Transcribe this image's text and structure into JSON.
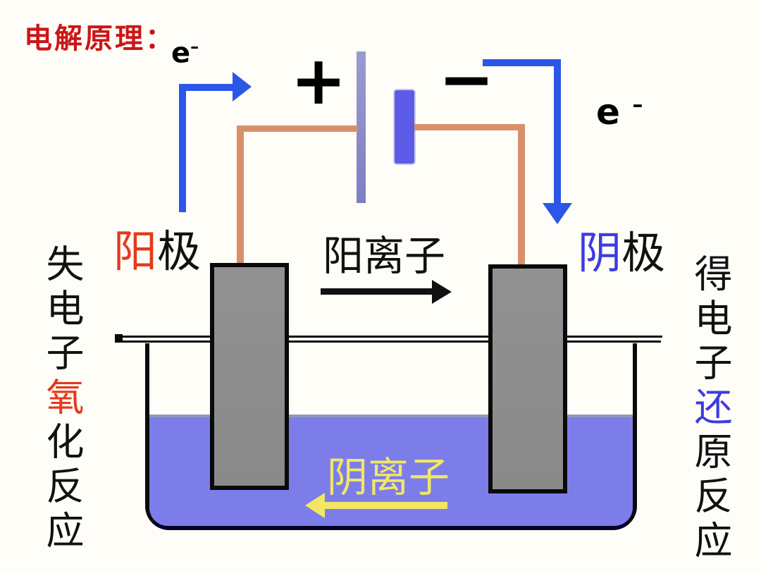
{
  "title": {
    "text": "电解原理："
  },
  "colors": {
    "title_red": "#cc1616",
    "anode_red": "#e5391b",
    "cathode_blue": "#3c3ce0",
    "arrow_blue": "#2b57e8",
    "wire_orange": "#d8906a",
    "electrode_gray": "#8d8d8d",
    "liquid_blue": "#7d7dea",
    "anion_yellow": "#f1e764",
    "battery_long": "#8f8fca",
    "battery_short": "#5c5ce8"
  },
  "battery": {
    "plus": "+",
    "minus": "−"
  },
  "electron_left": {
    "base": "e",
    "sup": "–"
  },
  "electron_right": {
    "base": "e",
    "sup": "–"
  },
  "labels": {
    "anode": {
      "hi": "阳",
      "rest": "极"
    },
    "cathode": {
      "hi": "阴",
      "rest": "极"
    },
    "cation": {
      "text": "阳离子"
    },
    "anion": {
      "text": "阴离子"
    },
    "left_vertical": {
      "pre": "失电子",
      "hi": "氧",
      "post": "化反应"
    },
    "right_vertical": {
      "pre": "得电子",
      "hi": "还",
      "post": "原反应"
    }
  }
}
